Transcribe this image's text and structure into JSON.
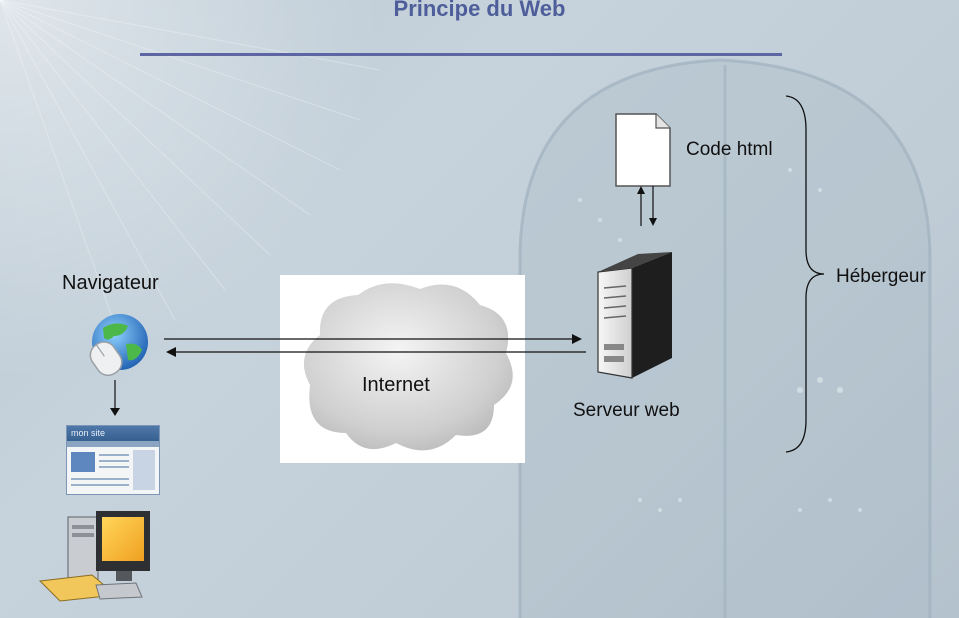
{
  "slide": {
    "title": "Principe du Web",
    "accent_color": "#5d66a2"
  },
  "labels": {
    "navigateur": "Navigateur",
    "internet": "Internet",
    "serveur_web": "Serveur web",
    "code_html": "Code html",
    "hebergeur": "Hébergeur"
  },
  "icons": {
    "browser": "browser-globe-mouse-icon",
    "website": "website-mockup-icon",
    "computer": "desktop-computer-icon",
    "document": "html-document-icon",
    "server": "server-tower-icon",
    "cloud": "internet-cloud-icon"
  },
  "website_mockup": {
    "heading": "mon site"
  }
}
